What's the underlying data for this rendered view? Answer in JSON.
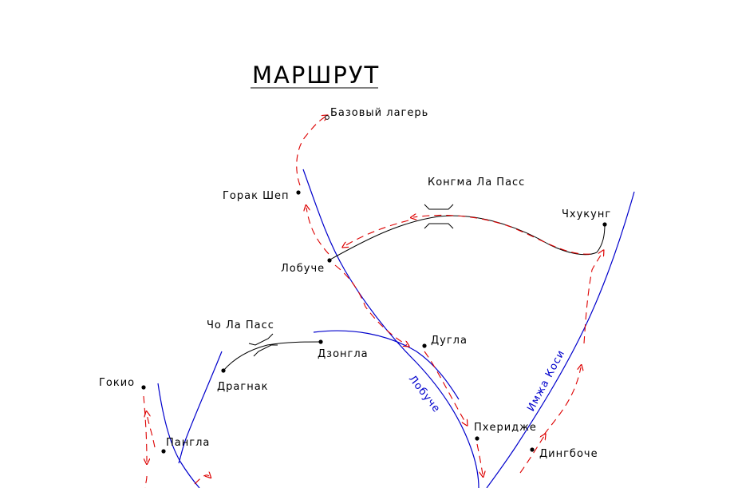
{
  "title": "МАРШРУТ",
  "colors": {
    "river": "#0000cc",
    "route": "#dd0000",
    "trail": "#000000",
    "text": "#000000"
  },
  "points": {
    "base_camp": "Базовый лагерь",
    "gorak_shep": "Горак Шеп",
    "lobuche": "Лобуче",
    "dugla": "Дугла",
    "pheriche": "Пхеридже",
    "dingboche": "Дингбоче",
    "chukhung": "Чхукунг",
    "dzongla": "Дзонгла",
    "dragnak": "Драгнак",
    "gokio": "Гокио",
    "pangla": "Пангла"
  },
  "passes": {
    "kongma_la": "Конгма Ла Пасс",
    "cho_la": "Чо Ла Пасс"
  },
  "rivers": {
    "lobuche": "Лобуче",
    "imja_kosi": "Имжа Коси"
  }
}
